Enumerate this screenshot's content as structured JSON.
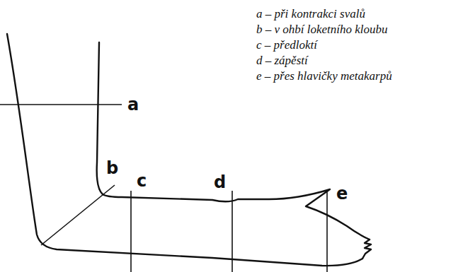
{
  "diagram": {
    "labels": [
      "a",
      "b",
      "c",
      "d",
      "e",
      "a – při kontrakci svalů",
      "b – v ohbí loketního kloubu",
      "c – předloktí",
      "d – zápěstí",
      "e – přes hlavičky metakarpů"
    ]
  }
}
